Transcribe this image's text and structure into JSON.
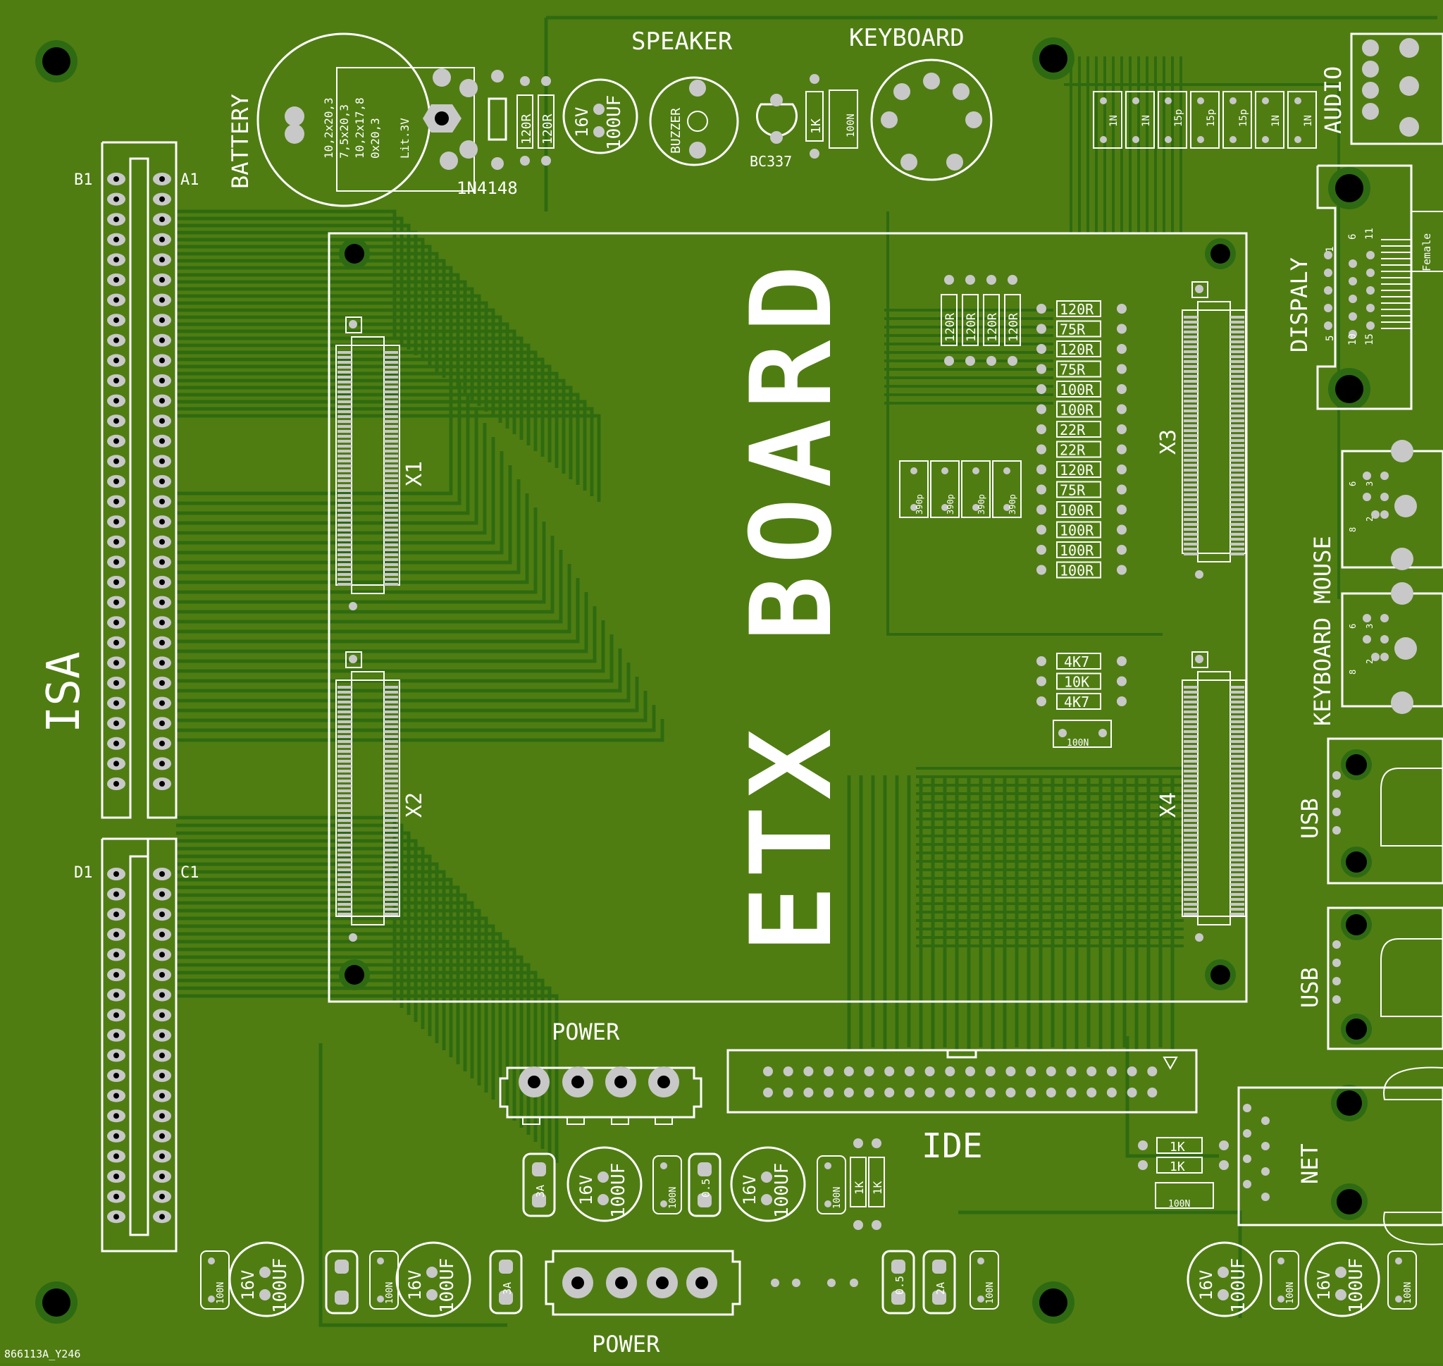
{
  "colors": {
    "board": "#4f7d12",
    "copper": "#2f6a10",
    "silk": "#ffffff",
    "pad": "#c8c8c8",
    "hole": "#000000"
  },
  "board_title": "ETX BOARD",
  "board_code": "866113A_Y246",
  "labels": {
    "isa": "ISA",
    "b1": "B1",
    "a1": "A1",
    "d1": "D1",
    "c1": "C1",
    "battery": "BATTERY",
    "battery_specs": [
      "10,2x20,3",
      "7,5x20,3",
      "10,2x17,8",
      "0x20,3",
      "Lit.3V"
    ],
    "diode": "1N4148",
    "speaker": "SPEAKER",
    "buzzer": "BUZZER",
    "transistor": "BC337",
    "keyboard": "KEYBOARD",
    "audio": "AUDIO",
    "display": "DISPALY",
    "female": "Female",
    "kbd_mouse": "KEYBOARD MOUSE",
    "usb1": "USB",
    "usb2": "USB",
    "net": "NET",
    "ide": "IDE",
    "power_top": "POWER",
    "power_bottom": "POWER",
    "x1": "X1",
    "x2": "X2",
    "x3": "X3",
    "x4": "X4"
  },
  "resistor_column": [
    "120R",
    "75R",
    "120R",
    "75R",
    "100R",
    "100R",
    "22R",
    "22R",
    "120R",
    "75R",
    "100R",
    "100R",
    "100R",
    "100R"
  ],
  "resistor_vertical": [
    "120R",
    "120R",
    "120R",
    "120R"
  ],
  "cap_390p": [
    "390p",
    "390p",
    "390p",
    "390p"
  ],
  "pullups": [
    "4K7",
    "10K",
    "4K7"
  ],
  "pullup_cap": "100N",
  "audio_caps": [
    "1N",
    "1N",
    "15p",
    "15p",
    "15p",
    "1N",
    "1N"
  ],
  "top_resistors": [
    "120R",
    "120R"
  ],
  "electrolytic": {
    "voltage": "16V",
    "value": "100UF"
  },
  "spk_res": "1K",
  "cap_100n": "100N",
  "fuses_mid": [
    "3A",
    "0.5"
  ],
  "fuses_bottom": [
    "3A",
    "0.5",
    "2A"
  ],
  "net_res": [
    "1K",
    "1K"
  ],
  "mid_res": [
    "1K",
    "1K"
  ],
  "display_pins": [
    "1",
    "6",
    "11",
    "5",
    "10",
    "15"
  ],
  "mouse_pins": [
    "6",
    "3",
    "2",
    "8"
  ]
}
